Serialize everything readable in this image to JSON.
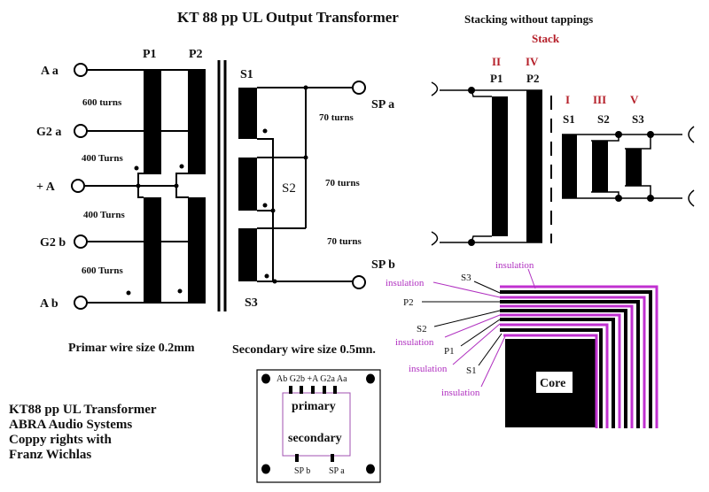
{
  "title": "KT 88 pp UL Output Transformer",
  "schematic": {
    "primary_terminals": [
      "A a",
      "G2 a",
      "+ A",
      "G2 b",
      "A b"
    ],
    "primary_coils": [
      "P1",
      "P2"
    ],
    "primary_turns": [
      "600 turns",
      "400 Turns",
      "400 Turns",
      "600 Turns"
    ],
    "secondary_coils": [
      "S1",
      "S2",
      "S3"
    ],
    "secondary_turns": [
      "70 turns",
      "70 turns",
      "70 turns"
    ],
    "speaker_terminals": [
      "SP a",
      "SP b"
    ],
    "primary_wire": "Primar wire size  0.2mm",
    "secondary_wire": "Secondary wire size 0.5mn."
  },
  "stacking": {
    "title": "Stacking  without tappings",
    "stack_label": "Stack",
    "primary": [
      {
        "roman": "II",
        "coil": "P1"
      },
      {
        "roman": "IV",
        "coil": "P2"
      }
    ],
    "secondary": [
      {
        "roman": "I",
        "coil": "S1"
      },
      {
        "roman": "III",
        "coil": "S2"
      },
      {
        "roman": "V",
        "coil": "S3"
      }
    ]
  },
  "cross_section": {
    "labels": {
      "insulation_top": "insulation",
      "s3": "S3",
      "insulation_1": "insulation",
      "p2": "P2",
      "s2": "S2",
      "insulation_2": "insulation",
      "p1": "P1",
      "insulation_3": "insulation",
      "s1": "S1",
      "insulation_4": "insulation"
    },
    "core_label": "Core",
    "colors": {
      "insulation": "#c030d0",
      "winding": "#000000"
    }
  },
  "bobbin": {
    "top_pins": "Ab G2b +A G2a Aa",
    "primary_label": "primary",
    "secondary_label": "secondary",
    "bottom_pins": [
      "SP b",
      "SP a"
    ]
  },
  "credits": [
    "KT88 pp UL Transformer",
    "ABRA Audio Systems",
    "Coppy rights with",
    "Franz Wichlas"
  ]
}
